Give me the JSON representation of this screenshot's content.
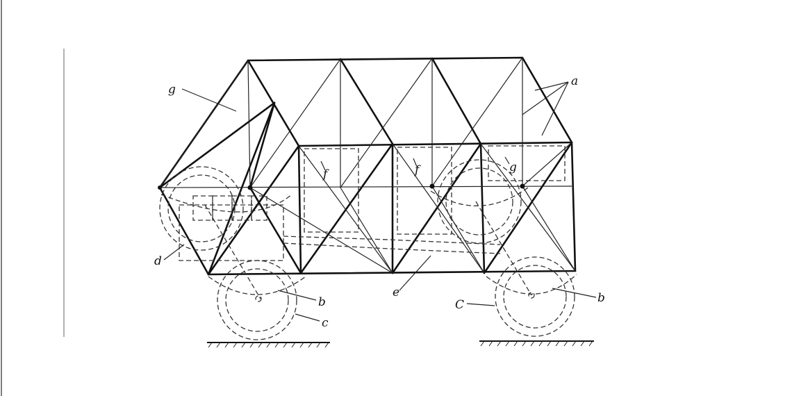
{
  "figure": {
    "labels": {
      "a": "a",
      "g_left": "g",
      "f_left": "f",
      "f_mid": "f",
      "g_right": "g",
      "d": "d",
      "b_left": "b",
      "c_left": "c",
      "e": "e",
      "c_right": "C",
      "b_right": "b"
    }
  }
}
